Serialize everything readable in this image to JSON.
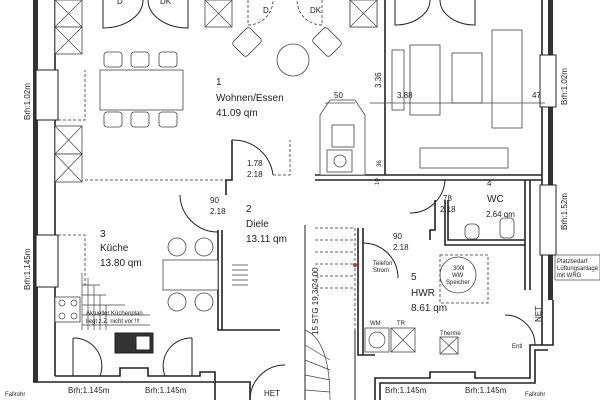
{
  "rooms": [
    {
      "number": "1",
      "name": "Wohnen/Essen",
      "area": "41.09 qm"
    },
    {
      "number": "2",
      "name": "Diele",
      "area": "13.11 qm"
    },
    {
      "number": "3",
      "name": "Küche",
      "area": "13.80 qm"
    },
    {
      "number": "4",
      "name": "WC",
      "area": "2.64 qm"
    },
    {
      "number": "5",
      "name": "HWR",
      "area": "8.61 qm"
    }
  ],
  "doors": {
    "top_left": [
      "D",
      "DK"
    ],
    "top_mid": [
      "D",
      "DK"
    ],
    "door_1": [
      "1.78",
      "2.18"
    ],
    "door_2": [
      "90",
      "2.18"
    ],
    "door_3": [
      "78",
      "2.18"
    ],
    "door_4": [
      "90",
      "2.18"
    ]
  },
  "dimensions": {
    "chimney_width": "50",
    "height_336": "3.36",
    "width_388": "3.88",
    "width_47": "47",
    "height_36": "36",
    "dim_10": "10"
  },
  "windows": {
    "left_upper": "Brh:1.02m",
    "left_lower": "Brh:1.145m",
    "right_upper": "Brh:1.02m",
    "right_lower": "Brh:1.52m",
    "bottom": [
      "Brh:1.145m",
      "Brh:1.145m",
      "Brh:1.145m",
      "Brh:1.145m"
    ]
  },
  "annotations": {
    "fallrohr_left": "Fallrohr",
    "fallrohr_right": "Fallrohr",
    "het": "HET",
    "stairs": "15 STG 19,3/24,00",
    "telefon": [
      "Telefon",
      "Strom"
    ],
    "speicher": [
      "300l",
      "WW",
      "Speicher"
    ],
    "lueftung": [
      "Platzbedarf",
      "Lüftungsanlage",
      "mit WRG"
    ],
    "net": "NET",
    "wm": "WM",
    "tr": "TR",
    "therme": "Therme",
    "entl": "Entl",
    "kuechenplan": [
      "Aktueller Küchenplan",
      "liegt z.Z. nicht vor !!!"
    ]
  },
  "colors": {
    "lines": "#222222",
    "background": "#ffffff"
  }
}
